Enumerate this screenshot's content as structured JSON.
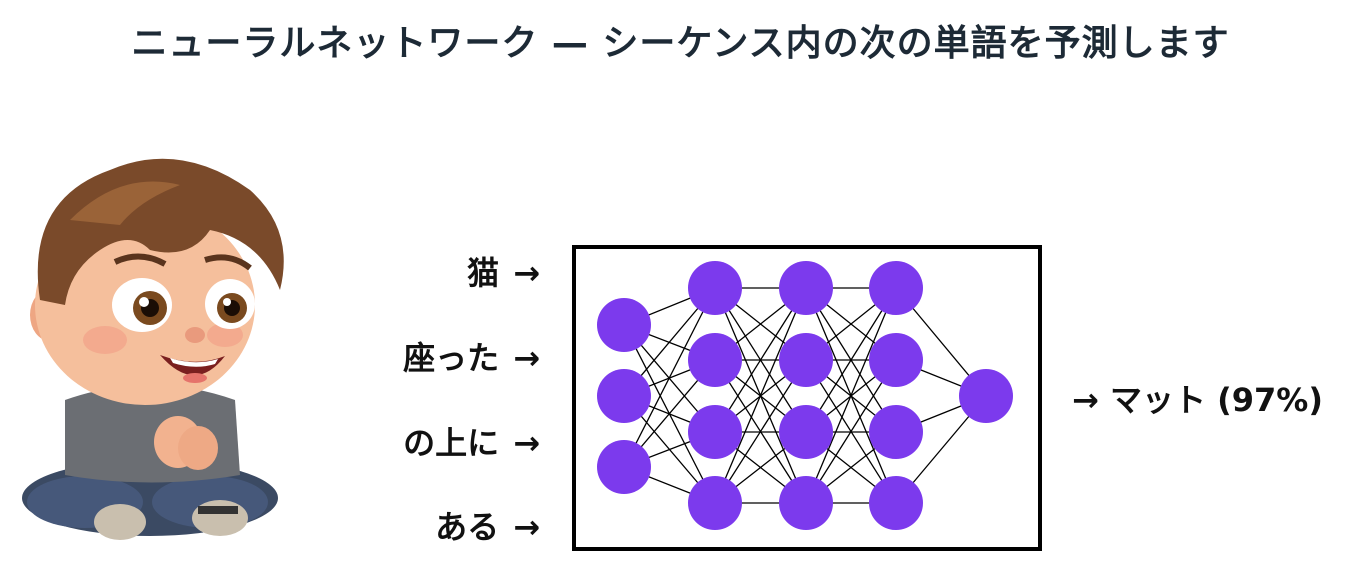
{
  "title": "ニューラルネットワーク — シーケンス内の次の単語を予測します",
  "inputs": [
    {
      "word": "猫",
      "arrow": "→"
    },
    {
      "word": "座った",
      "arrow": "→"
    },
    {
      "word": "の上に",
      "arrow": "→"
    },
    {
      "word": "ある",
      "arrow": "→"
    }
  ],
  "output": {
    "arrow": "→",
    "word": "マット",
    "confidence": "(97%)"
  },
  "network": {
    "layers": [
      3,
      4,
      4,
      4,
      1
    ],
    "node_color": "#7c3aed",
    "edge_color": "#000000",
    "frame_color": "#000000"
  },
  "illustration": {
    "subject": "cartoon boy sitting cross-legged, excited"
  }
}
